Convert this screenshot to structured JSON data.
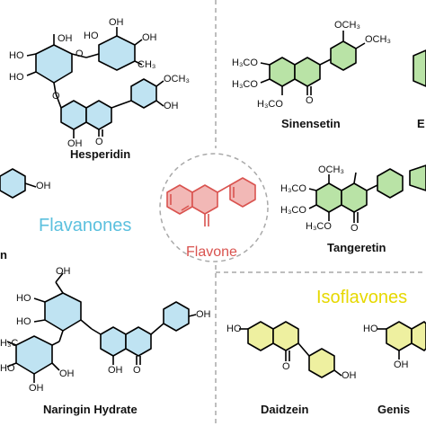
{
  "center": {
    "label": "Flavone",
    "color": "#d9534f"
  },
  "categories": {
    "flavanones": {
      "label": "Flavanones",
      "color": "#5bc0de"
    },
    "isoflavones": {
      "label": "Isoflavones",
      "color": "#e6d800"
    }
  },
  "compounds": {
    "hesperidin": "Hesperidin",
    "sinensetin": "Sinensetin",
    "tangeretin": "Tangeretin",
    "naringin_hydrate": "Naringin Hydrate",
    "daidzein": "Daidzein",
    "genistein_partial": "Genis",
    "naringenin_partial": "n",
    "right_cut_partial": "E"
  },
  "substituents": {
    "oh": "OH",
    "ho": "HO",
    "o": "O",
    "och3": "OCH₃",
    "h3co": "H₃CO",
    "ch3": "CH₃",
    "h3c": "H₃C"
  },
  "colors": {
    "ring_red": "#f2b8b6",
    "ring_green": "#b9e3a6",
    "ring_yellow": "#eef0a0",
    "ring_blue": "#bfe3f2",
    "divider": "#a9a9a9"
  }
}
